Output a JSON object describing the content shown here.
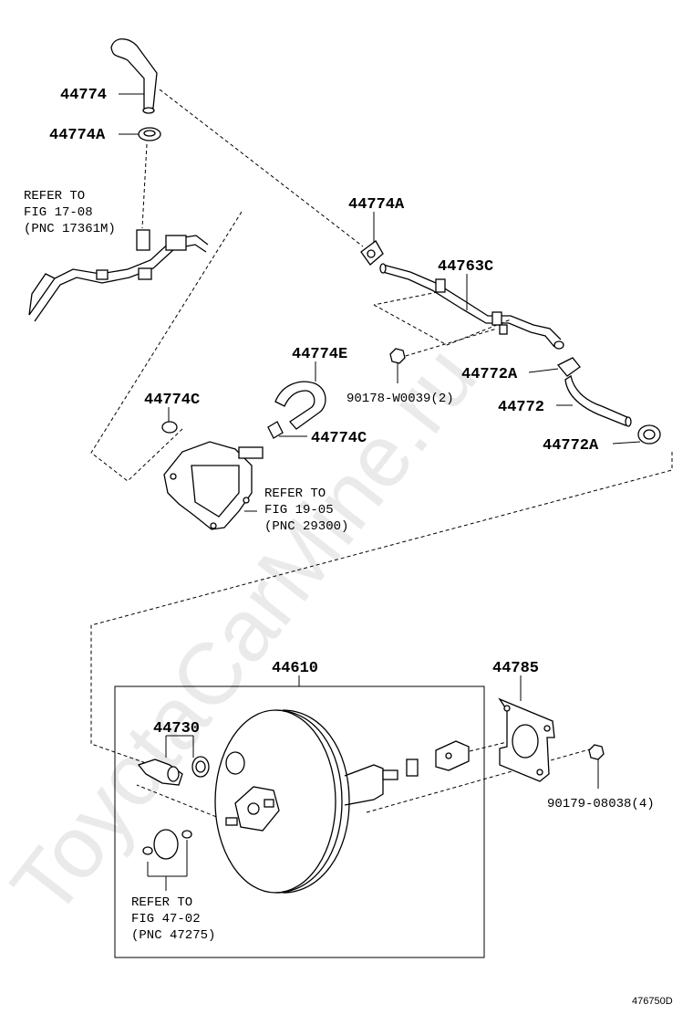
{
  "watermark": "ToyotaCarMine.ru",
  "figure_id": "476750D",
  "parts": {
    "p44774": "44774",
    "p44774A_1": "44774A",
    "p44774A_2": "44774A",
    "p44763C": "44763C",
    "p44774E": "44774E",
    "p44774C_1": "44774C",
    "p44774C_2": "44774C",
    "p44772A_1": "44772A",
    "p44772": "44772",
    "p44772A_2": "44772A",
    "p90178": "90178-W0039(2)",
    "p44610": "44610",
    "p44785": "44785",
    "p44730": "44730",
    "p90179": "90179-08038(4)"
  },
  "refs": {
    "fig17": [
      "REFER TO",
      "FIG 17-08",
      "(PNC 17361M)"
    ],
    "fig19": [
      "REFER TO",
      "FIG 19-05",
      "(PNC 29300)"
    ],
    "fig47": [
      "REFER TO",
      "FIG 47-02",
      "(PNC 47275)"
    ]
  }
}
